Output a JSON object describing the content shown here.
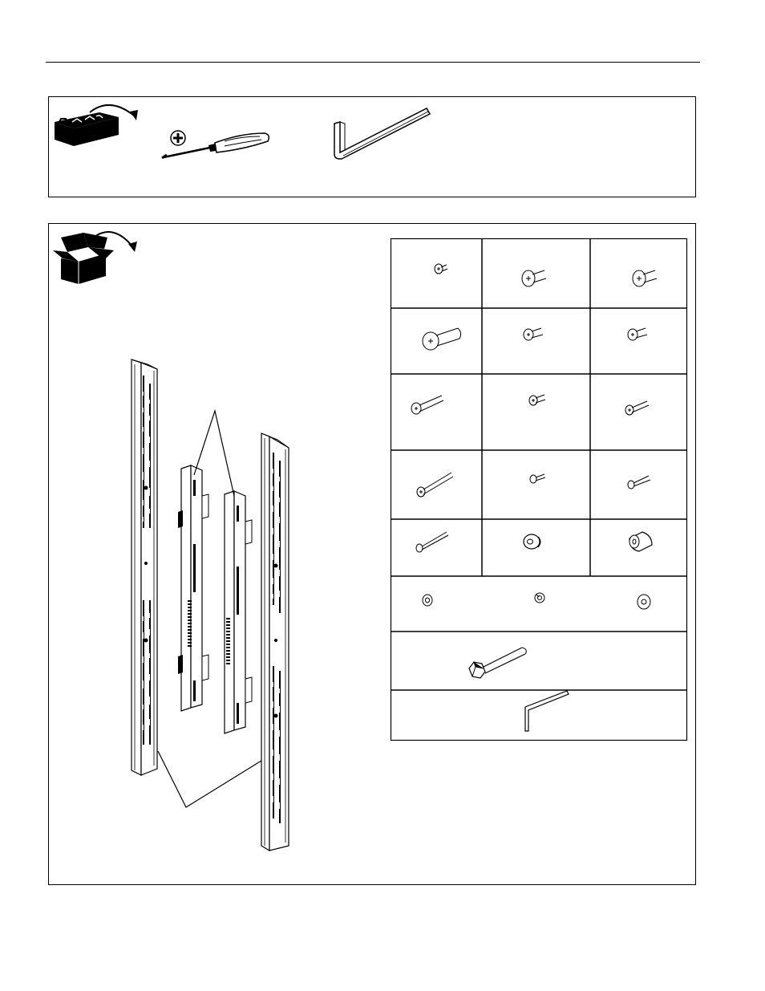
{
  "document": {
    "sections": [
      {
        "id": "tools-required",
        "icon": "toolbox-icon",
        "items": [
          "phillips-screwdriver-icon",
          "hex-key-icon"
        ]
      },
      {
        "id": "parts",
        "icon": "open-box-icon",
        "items": [
          "vertical-rail-icon",
          "adapter-bracket-icon",
          "hardware-table"
        ]
      }
    ],
    "hardware_table": {
      "rows": [
        {
          "cells": [
            "small-screw-icon",
            "pan-head-screw-icon",
            "pan-head-screw-icon"
          ]
        },
        {
          "cells": [
            "large-pan-screw-icon",
            "small-pan-screw-icon",
            "small-pan-screw-icon"
          ]
        },
        {
          "cells": [
            "long-screw-icon",
            "short-screw-icon",
            "medium-screw-icon"
          ]
        },
        {
          "cells": [
            "long-screw-icon",
            "short-screw-icon",
            "medium-screw-icon"
          ]
        },
        {
          "cells": [
            "long-thin-screw-icon",
            "spacer-ring-icon",
            "tall-spacer-icon"
          ]
        },
        {
          "cells": [
            "washer-icon",
            "lock-washer-icon",
            "flat-washer-icon"
          ]
        },
        {
          "cells": [
            "hex-bolt-icon"
          ]
        },
        {
          "cells": [
            "small-hex-key-icon"
          ]
        }
      ]
    }
  }
}
